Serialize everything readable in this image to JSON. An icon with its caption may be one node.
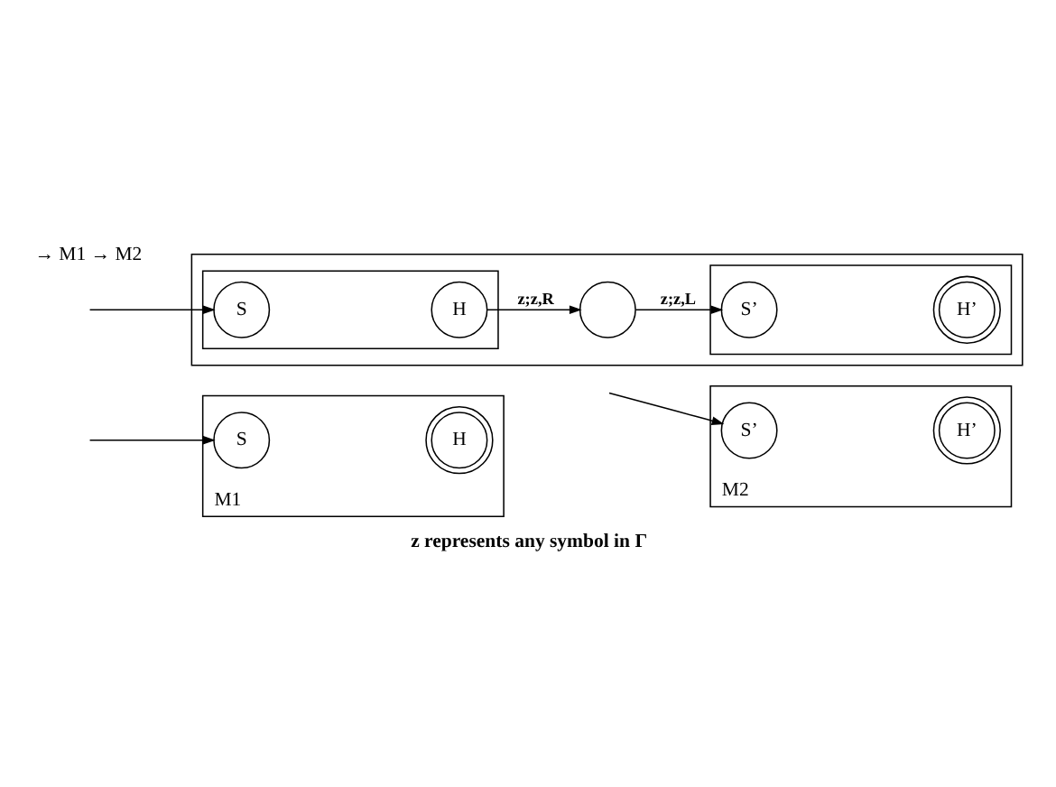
{
  "diagram": {
    "caption": "z represents any symbol in Γ",
    "nodes": [
      {
        "text": [
          "M1"
        ]
      },
      {
        "text": [
          "S"
        ],
        "in": 0
      },
      {
        "text": [
          "H"
        ],
        "in": 0
      },
      {
        "text": [
          "M2"
        ]
      },
      {
        "text": [
          "S’"
        ],
        "in": 3
      },
      {
        "text": [
          "H’"
        ],
        "in": 3
      },
      {
        "text": [],
        "shape": "box"
      },
      {
        "text": [],
        "shape": "box",
        "in": 6
      },
      {
        "text": [
          "S"
        ],
        "in": 7
      },
      {
        "text": [
          "H"
        ],
        "in": 7
      },
      {
        "text": [],
        "shape": "circle",
        "in": 6
      },
      {
        "text": [],
        "shape": "box",
        "in": 6
      },
      {
        "text": [
          "S’"
        ],
        "in": 11
      },
      {
        "text": [
          "H’"
        ],
        "in": 11
      }
    ],
    "edges": [
      {
        "from": null,
        "to": 1,
        "arrow": "to"
      },
      {
        "from": null,
        "to": 4,
        "arrow": "to"
      },
      {
        "from": null,
        "to": 8,
        "arrow": "to"
      },
      {
        "from": 9,
        "to": 10,
        "arrow": "to",
        "label": "z;z,R"
      },
      {
        "from": 10,
        "to": 12,
        "arrow": "to",
        "label": "z;z,L"
      }
    ],
    "labels": [
      "→ M1 → M2"
    ]
  }
}
